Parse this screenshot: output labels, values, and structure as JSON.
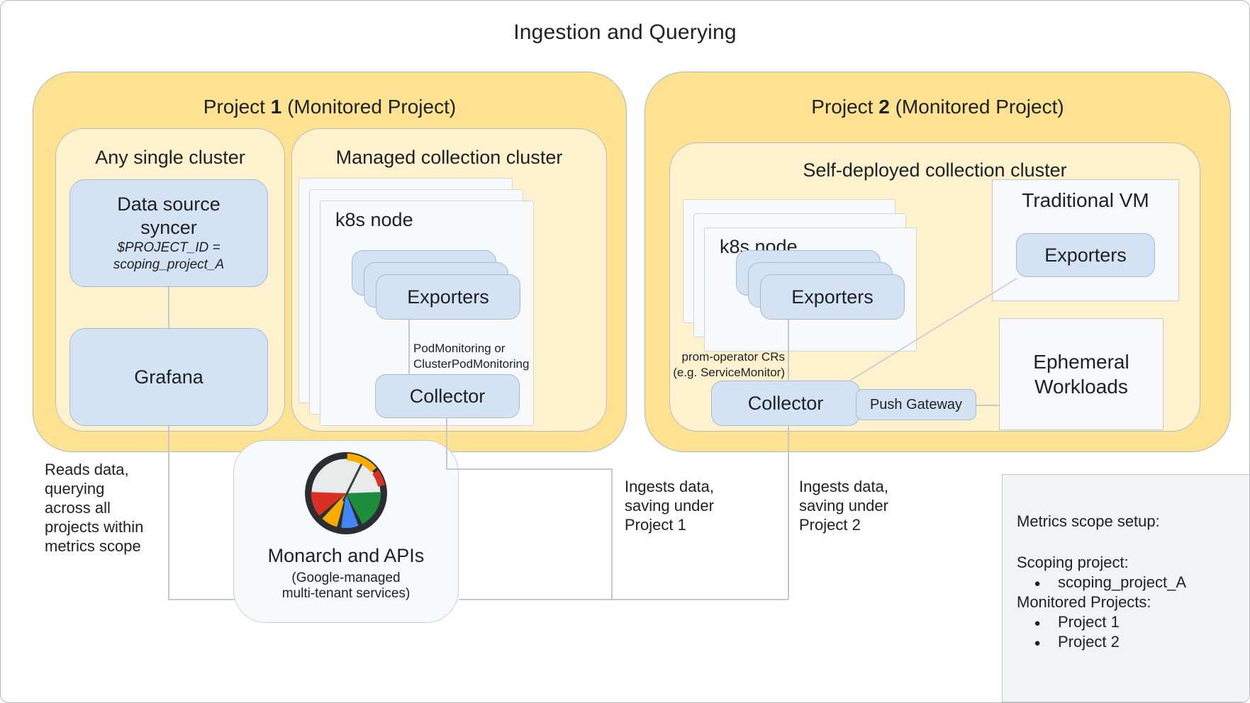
{
  "title": "Ingestion and Querying",
  "colors": {
    "outer_yellow": "#fce291",
    "inner_yellow": "#fdf2cd",
    "box_blue": "#d3e3f3",
    "card_gray": "#f7f9fa",
    "line_gray": "#c4c8cc",
    "text": "#202124",
    "panel_gray": "#f1f3f4",
    "monarch_gray": "#f8f9fa",
    "gauge_ring": "#2b2e31",
    "gauge_red": "#d93025",
    "gauge_yellow": "#f9ab00",
    "gauge_blue": "#4285f4",
    "gauge_green": "#1e8e3e"
  },
  "icons": {
    "monarch": "cloud-monitoring-gauge-icon"
  },
  "project1": {
    "label": {
      "prefix": "Project ",
      "number": "1",
      "suffix": " (Monitored Project)"
    },
    "any_cluster": {
      "title": "Any single cluster",
      "syncer_line1": "Data source",
      "syncer_line2": "syncer",
      "syncer_param1": "$PROJECT_ID =",
      "syncer_param2": "scoping_project_A",
      "grafana": "Grafana"
    },
    "managed_cluster": {
      "title": "Managed collection cluster",
      "node_label": "k8s node",
      "exporters": "Exporters",
      "note_line1": "PodMonitoring or",
      "note_line2": "ClusterPodMonitoring",
      "collector": "Collector"
    }
  },
  "project2": {
    "label": {
      "prefix": "Project ",
      "number": "2",
      "suffix": " (Monitored Project)"
    },
    "cluster": {
      "title": "Self-deployed collection cluster",
      "node_label": "k8s node",
      "exporters": "Exporters",
      "note_line1": "prom-operator CRs",
      "note_line2": "(e.g. ServiceMonitor)",
      "collector": "Collector",
      "push_gateway": "Push Gateway"
    },
    "traditional_vm": {
      "title": "Traditional VM",
      "exporters": "Exporters"
    },
    "ephemeral": {
      "line1": "Ephemeral",
      "line2": "Workloads"
    }
  },
  "monarch": {
    "title": "Monarch and APIs",
    "subtitle_line1": "(Google-managed",
    "subtitle_line2": "multi-tenant services)"
  },
  "annotations": {
    "reads": [
      "Reads data,",
      "querying",
      "across all",
      "projects within",
      "metrics scope"
    ],
    "ingest_p1": [
      "Ingests data,",
      "saving under",
      "Project 1"
    ],
    "ingest_p2": [
      "Ingests data,",
      "saving under",
      "Project 2"
    ]
  },
  "metrics_scope": {
    "title": "Metrics scope setup:",
    "scoping_label": "Scoping project:",
    "scoping_value": "scoping_project_A",
    "monitored_label": "Monitored Projects:",
    "monitored_1": "Project 1",
    "monitored_2": "Project 2",
    "bullet": "●"
  }
}
